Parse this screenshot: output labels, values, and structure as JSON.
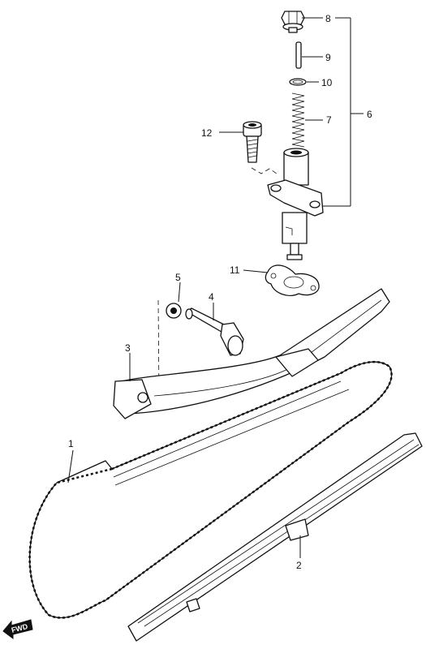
{
  "callouts": {
    "p1": "1",
    "p2": "2",
    "p3": "3",
    "p4": "4",
    "p5": "5",
    "p6": "6",
    "p7": "7",
    "p8": "8",
    "p9": "9",
    "p10": "10",
    "p11": "11",
    "p12": "12"
  },
  "direction_marker": "FWD"
}
